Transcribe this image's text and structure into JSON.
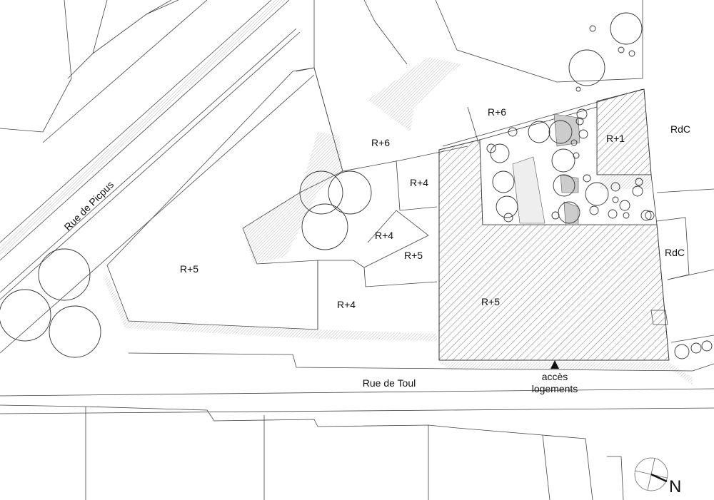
{
  "streets": {
    "picpus": "Rue de Picpus",
    "toul": "Rue de Toul"
  },
  "access": {
    "line1": "accès",
    "line2": "logements"
  },
  "buildings": [
    {
      "id": "r6-north",
      "label": "R+6"
    },
    {
      "id": "r6-west",
      "label": "R+6"
    },
    {
      "id": "r4-a",
      "label": "R+4"
    },
    {
      "id": "r4-b",
      "label": "R+4"
    },
    {
      "id": "r5-small",
      "label": "R+5"
    },
    {
      "id": "r5-large",
      "label": "R+5"
    },
    {
      "id": "r4-south",
      "label": "R+4"
    },
    {
      "id": "r5-project",
      "label": "R+5"
    },
    {
      "id": "r1",
      "label": "R+1"
    },
    {
      "id": "rdc-north",
      "label": "RdC"
    },
    {
      "id": "rdc-east",
      "label": "RdC"
    }
  ],
  "north_arrow": {
    "label": "N"
  },
  "colors": {
    "line": "#444444",
    "hatch": "#555555",
    "shade": "#bbbbbb"
  }
}
